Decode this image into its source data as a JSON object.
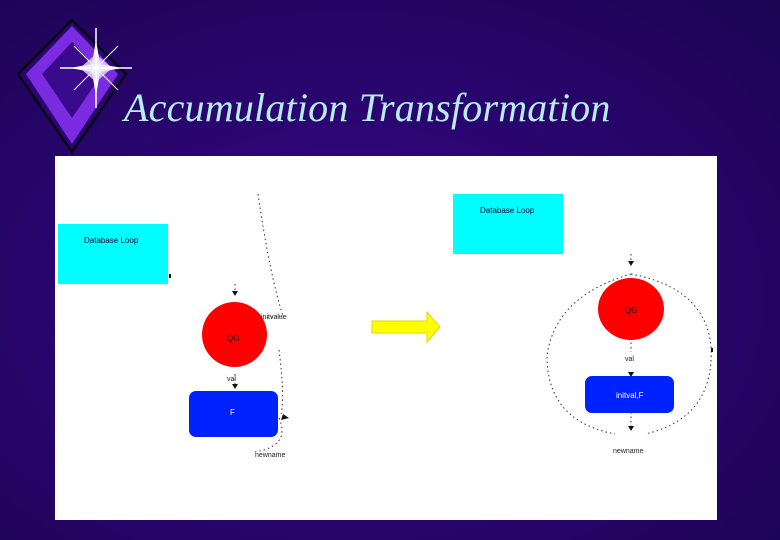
{
  "slide": {
    "title": "Accumulation Transformation"
  },
  "colors": {
    "background": "#2a0570",
    "title": "#b9ecf4",
    "loop_box": "#00ffff",
    "operator_circle": "#ff0000",
    "function_box": "#0022ff",
    "transform_arrow": "#ffff00"
  },
  "icons": {
    "logo": "star-diamond-icon",
    "transform": "right-arrow-icon"
  },
  "left_diagram": {
    "loop_label": "Database Loop",
    "operator_label": "QG",
    "init_label": "initvalue",
    "val_label": "val",
    "function_label": "F",
    "output_label": "newname"
  },
  "right_diagram": {
    "loop_label": "Database Loop",
    "operator_label": "QG",
    "val_label": "val",
    "function_label": "initval,F",
    "output_label": "newname"
  }
}
